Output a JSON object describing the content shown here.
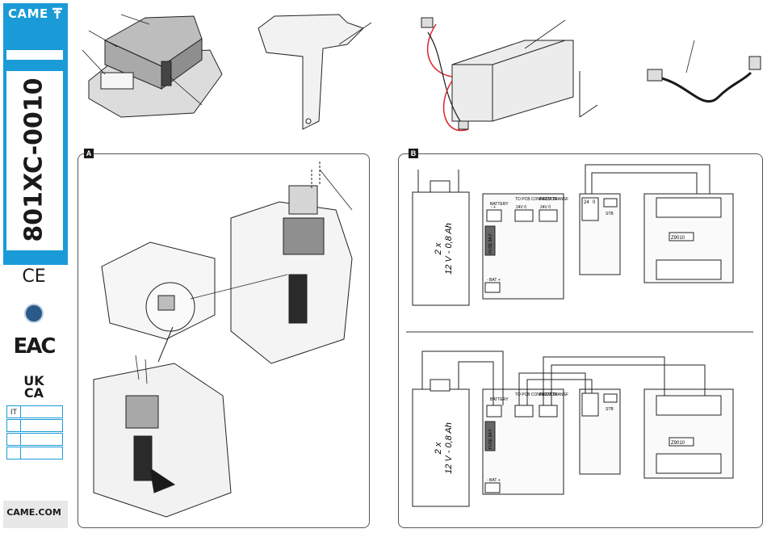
{
  "brand": {
    "logo": "CAME",
    "website": "CAME.COM"
  },
  "product_code": "801XC-0010",
  "certifications": [
    "CE",
    "EAC",
    "UK CA"
  ],
  "ukca_line1": "UK",
  "ukca_line2": "CA",
  "languages": [
    "IT",
    "",
    "",
    ""
  ],
  "panels": {
    "a_label": "A",
    "b_label": "B"
  },
  "battery_label_line1": "2 x",
  "battery_label_line2": "12 V - 0,8 Ah",
  "board": {
    "battery_header": "BATTERY",
    "to_pcb_header": "TO PCB CONNECTOR",
    "from_transf_header": "FROM TRANSF",
    "battery_terminals": "-  +",
    "pcb_terminals": "24V  0",
    "transf_terminals": "24V  0",
    "fuse_label": "FUSE 8A F",
    "bat_label": "- BAT +",
    "chip_label": "Z9010",
    "stb_label": "STB",
    "terminal_24": "24",
    "terminal_0": "0"
  },
  "colors": {
    "brand_blue": "#1a9bd7",
    "wire_red": "#d9262b",
    "wire_black": "#1a1a1a"
  }
}
